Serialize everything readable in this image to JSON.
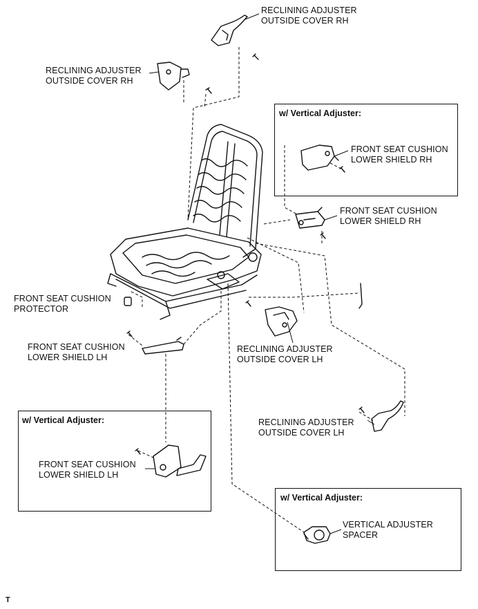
{
  "labels": {
    "recl_rh_top": [
      "RECLINING ADJUSTER",
      "OUTSIDE COVER RH"
    ],
    "recl_rh_left": [
      "RECLINING ADJUSTER",
      "OUTSIDE COVER RH"
    ],
    "fsc_lower_rh_boxed": [
      "FRONT SEAT CUSHION",
      "LOWER SHIELD RH"
    ],
    "fsc_lower_rh": [
      "FRONT SEAT CUSHION",
      "LOWER SHIELD RH"
    ],
    "fsc_protector": [
      "FRONT SEAT CUSHION",
      "PROTECTOR"
    ],
    "fsc_lower_lh": [
      "FRONT SEAT CUSHION",
      "LOWER SHIELD LH"
    ],
    "recl_lh_mid": [
      "RECLINING ADJUSTER",
      "OUTSIDE COVER LH"
    ],
    "recl_lh_right": [
      "RECLINING ADJUSTER",
      "OUTSIDE COVER LH"
    ],
    "fsc_lower_lh_boxed": [
      "FRONT SEAT CUSHION",
      "LOWER SHIELD LH"
    ],
    "vert_spacer": [
      "VERTICAL ADJUSTER",
      "SPACER"
    ]
  },
  "boxes": {
    "top_right_title": "w/ Vertical Adjuster:",
    "bottom_left_title": "w/ Vertical Adjuster:",
    "bottom_right_title": "w/ Vertical Adjuster:"
  },
  "corner_mark": "T",
  "icons": [
    "seat-frame-icon",
    "bolt-icon",
    "cover-part-icon",
    "shield-part-icon"
  ]
}
